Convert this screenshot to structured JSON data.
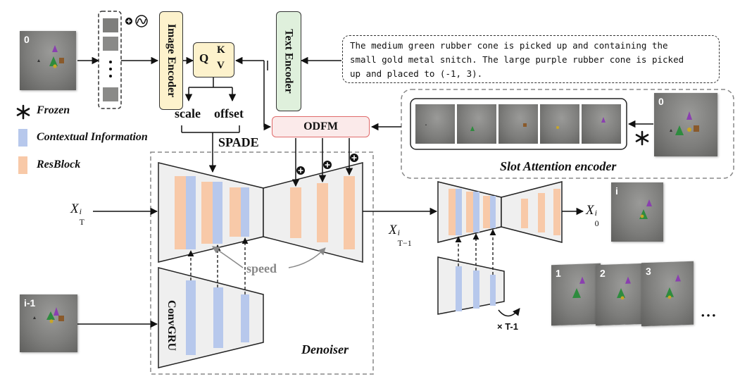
{
  "legend": {
    "frozen": "Frozen",
    "contextual": "Contextual Information",
    "resblock": "ResBlock",
    "contextual_color": "#b7c8ec",
    "resblock_color": "#f8c9a8"
  },
  "modules": {
    "image_encoder": "Image Encoder",
    "text_encoder": "Text Encoder",
    "q": "Q",
    "k": "K",
    "v": "V",
    "scale": "scale",
    "offset": "offset",
    "spade": "SPADE",
    "odfm": "ODFM",
    "slot_attention": "Slot Attention encoder",
    "denoiser": "Denoiser",
    "convgru": "ConvGRU",
    "speed": "speed",
    "repeat": "× T-1",
    "ellipsis": "• • •"
  },
  "text_prompt": [
    "The medium green rubber cone is picked up and containing the",
    "small gold metal snitch. The large purple rubber cone is picked",
    "up and placed to (-1, 3)."
  ],
  "math": {
    "x_t_base": "X",
    "x_t_sub": "T",
    "x_t_sup": "i",
    "x_t1_base": "X",
    "x_t1_sub": "T−1",
    "x_t1_sup": "i",
    "x_0_base": "X",
    "x_0_sub": "0",
    "x_0_sup": "i"
  },
  "frames": {
    "input_0": "0",
    "input_prev": "i-1",
    "slot_input": "0",
    "output_i": "i",
    "seq_1": "1",
    "seq_2": "2",
    "seq_3": "3"
  },
  "colors": {
    "odfm_border": "#e06b6b",
    "image_encoder_fill": "#fdf2cc",
    "text_encoder_fill": "#dff0dc",
    "qkv_fill": "#fdf2cc"
  }
}
